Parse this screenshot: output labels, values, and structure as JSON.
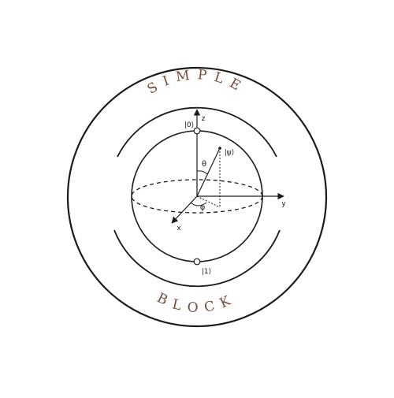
{
  "logo": {
    "top_text": "SIMPLE",
    "bottom_text": "BLOCK",
    "text_color": "#7a4a3c",
    "line_color": "#1a1a1a"
  },
  "bloch": {
    "state_zero": "|0⟩",
    "state_one": "|1⟩",
    "state_psi": "|ψ⟩",
    "axis_z": "z",
    "axis_y": "y",
    "axis_x": "x",
    "angle_theta": "θ",
    "angle_phi": "φ"
  }
}
